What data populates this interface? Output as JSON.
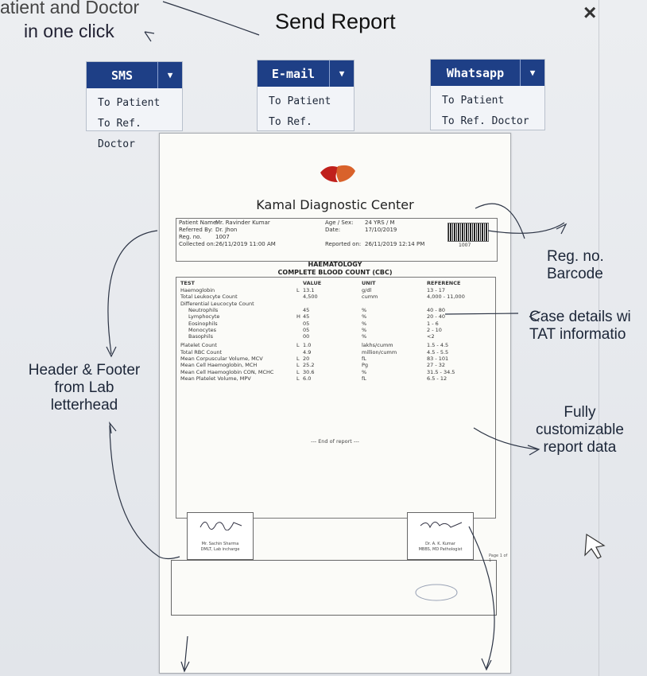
{
  "tagline": {
    "line1": "atient and Doctor",
    "line2": "in one click"
  },
  "title": "Send Report",
  "close_label": "×",
  "dropdowns": [
    {
      "label": "SMS",
      "items": [
        "To Patient",
        "To Ref. Doctor"
      ]
    },
    {
      "label": "E-mail",
      "items": [
        "To Patient",
        "To Ref. Doctor"
      ]
    },
    {
      "label": "Whatsapp",
      "items": [
        "To Patient",
        "To Ref. Doctor"
      ]
    }
  ],
  "report": {
    "lab_name": "Kamal Diagnostic Center",
    "patient_name_label": "Patient Name:",
    "patient_name": "Mr. Ravinder Kumar",
    "referred_label": "Referred By:",
    "referred": "Dr. Jhon",
    "reg_label": "Reg. no.",
    "reg": "1007",
    "collected_label": "Collected on:",
    "collected": "26/11/2019  11:00 AM",
    "age_label": "Age / Sex:",
    "age": "24 YRS / M",
    "date_label": "Date:",
    "date": "17/10/2019",
    "reported_label": "Reported on:",
    "reported": "26/11/2019  12:14 PM",
    "barcode_number": "1007",
    "department": "HAEMATOLOGY",
    "test_group": "COMPLETE BLOOD COUNT (CBC)",
    "headers": {
      "test": "TEST",
      "value": "VALUE",
      "unit": "UNIT",
      "ref": "REFERENCE"
    },
    "rows": [
      {
        "test": "Haemoglobin",
        "flag": "L",
        "value": "13.1",
        "unit": "g/dl",
        "ref": "13 - 17",
        "indent": false
      },
      {
        "test": "Total Leukocyte Count",
        "flag": "",
        "value": "4,500",
        "unit": "cumm",
        "ref": "4,000 - 11,000",
        "indent": false
      },
      {
        "test": "Differential Leucocyte Count",
        "flag": "",
        "value": "",
        "unit": "",
        "ref": "",
        "indent": false
      },
      {
        "test": "Neutrophils",
        "flag": "",
        "value": "45",
        "unit": "%",
        "ref": "40 - 80",
        "indent": true
      },
      {
        "test": "Lymphocyte",
        "flag": "H",
        "value": "45",
        "unit": "%",
        "ref": "20 - 40",
        "indent": true
      },
      {
        "test": "Eosinophils",
        "flag": "",
        "value": "05",
        "unit": "%",
        "ref": "1 - 6",
        "indent": true
      },
      {
        "test": "Monocytes",
        "flag": "",
        "value": "05",
        "unit": "%",
        "ref": "2 - 10",
        "indent": true
      },
      {
        "test": "Basophils",
        "flag": "",
        "value": "00",
        "unit": "%",
        "ref": "<2",
        "indent": true
      },
      {
        "test": "Platelet Count",
        "flag": "L",
        "value": "1.0",
        "unit": "lakhs/cumm",
        "ref": "1.5 - 4.5",
        "indent": false
      },
      {
        "test": "Total RBC Count",
        "flag": "",
        "value": "4.9",
        "unit": "million/cumm",
        "ref": "4.5 - 5.5",
        "indent": false
      },
      {
        "test": "Mean Corpuscular Volume, MCV",
        "flag": "L",
        "value": "20",
        "unit": "fL",
        "ref": "83 - 101",
        "indent": false
      },
      {
        "test": "Mean Cell Haemoglobin, MCH",
        "flag": "L",
        "value": "25.2",
        "unit": "Pg",
        "ref": "27 - 32",
        "indent": false
      },
      {
        "test": "Mean Cell Haemoglobin CON, MCHC",
        "flag": "L",
        "value": "30.6",
        "unit": "%",
        "ref": "31.5 - 34.5",
        "indent": false
      },
      {
        "test": "Mean Platelet Volume, MPV",
        "flag": "L",
        "value": "6.0",
        "unit": "fL",
        "ref": "6.5 - 12",
        "indent": false
      }
    ],
    "end_text": "--- End of report ---",
    "sig_left": {
      "name": "Mr. Sachin Sharma",
      "title": "DMLT, Lab incharge"
    },
    "sig_right": {
      "name": "Dr. A. K. Kumar",
      "title": "MBBS, MD Pathologist"
    },
    "page_text": "Page 1 of 1"
  },
  "annotations": {
    "reg_barcode": [
      "Reg. no.",
      "Barcode"
    ],
    "case_details": [
      "Case details wi",
      "TAT informatio"
    ],
    "header_footer": [
      "Header & Footer",
      "from Lab",
      "letterhead"
    ],
    "customizable": [
      "Fully",
      "customizable",
      "report data"
    ]
  },
  "colors": {
    "dropdown_header": "#1e3f86",
    "logo_red": "#c0201c",
    "logo_orange": "#d9622b"
  }
}
